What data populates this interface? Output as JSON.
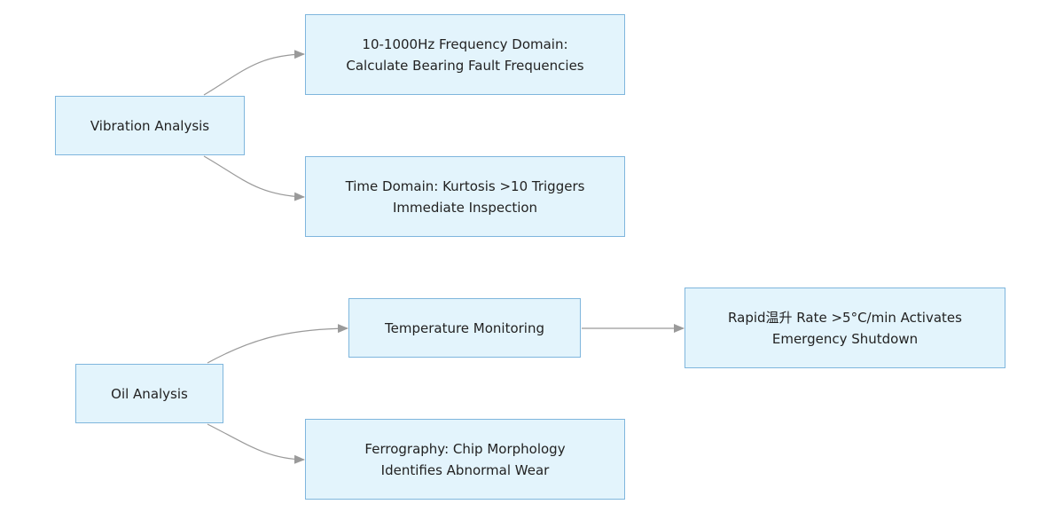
{
  "diagram": {
    "type": "flowchart",
    "direction": "left-to-right",
    "node_style": {
      "fill": "#e3f4fc",
      "stroke": "#7fb6dd",
      "edge_color": "#9a9a9a"
    },
    "nodes": {
      "vibration": {
        "label": "Vibration Analysis"
      },
      "freq": {
        "label": "10-1000Hz Frequency Domain:\nCalculate Bearing Fault Frequencies"
      },
      "time": {
        "label": "Time Domain: Kurtosis >10 Triggers\nImmediate Inspection"
      },
      "oil": {
        "label": "Oil Analysis"
      },
      "temp": {
        "label": "Temperature Monitoring"
      },
      "rapid": {
        "label": "Rapid温升 Rate >5°C/min Activates\nEmergency Shutdown"
      },
      "ferro": {
        "label": "Ferrography: Chip Morphology\nIdentifies Abnormal Wear"
      }
    },
    "edges": [
      {
        "from": "vibration",
        "to": "freq"
      },
      {
        "from": "vibration",
        "to": "time"
      },
      {
        "from": "oil",
        "to": "temp"
      },
      {
        "from": "oil",
        "to": "ferro"
      },
      {
        "from": "temp",
        "to": "rapid"
      }
    ]
  }
}
